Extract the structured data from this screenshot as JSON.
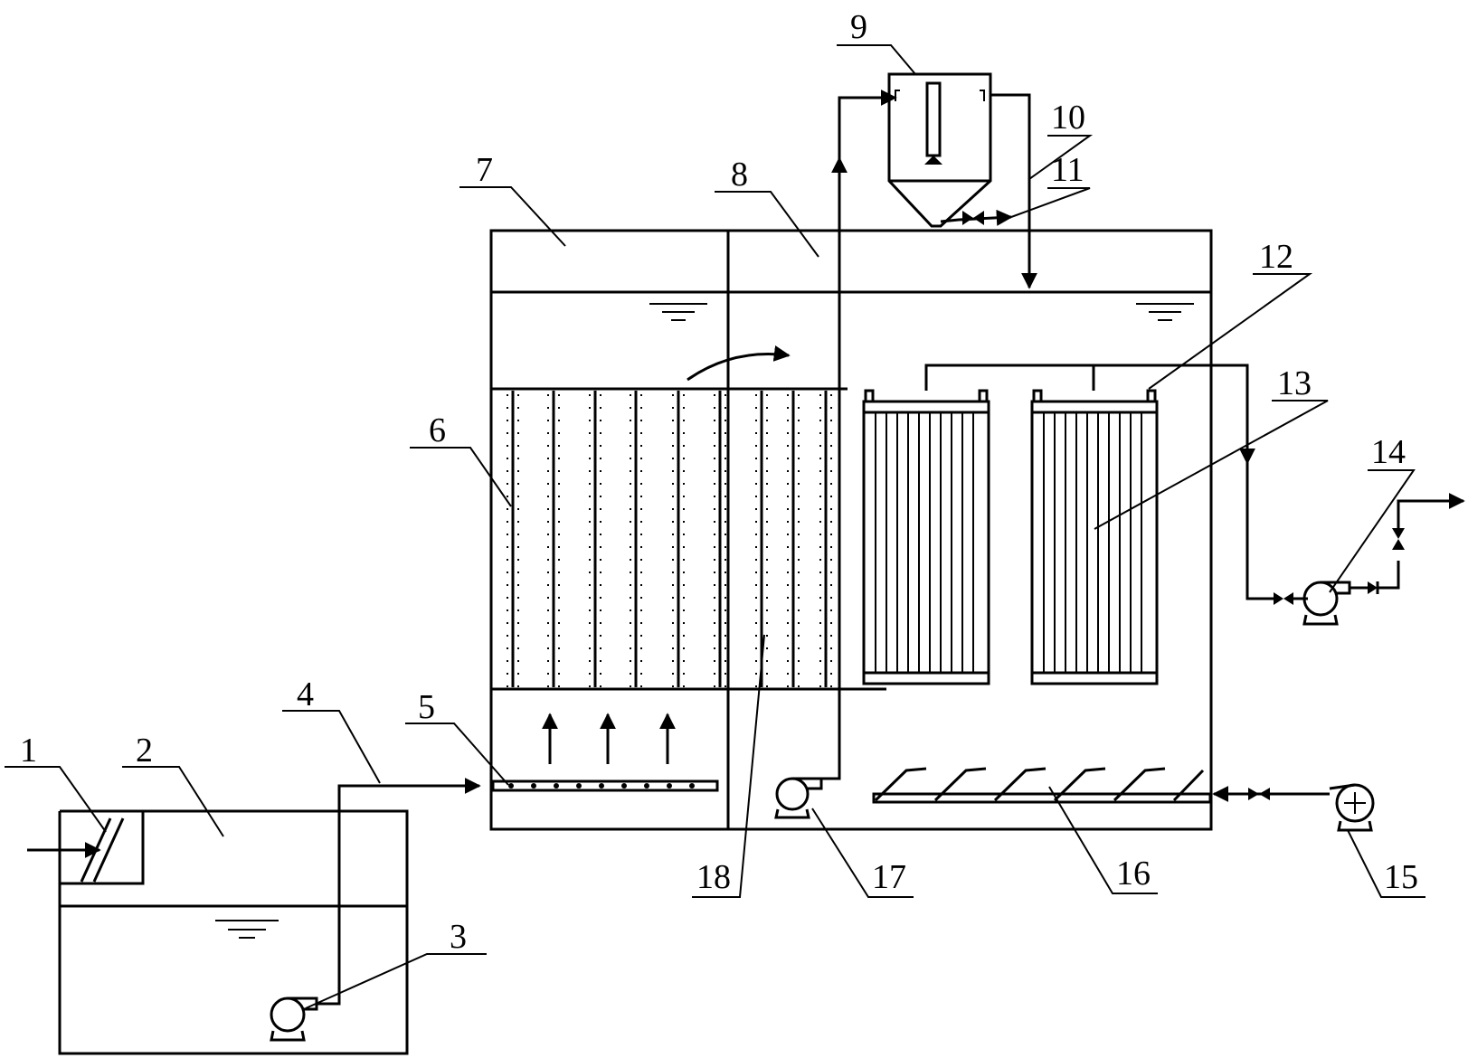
{
  "diagram": {
    "colors": {
      "line": "#000000",
      "background": "#ffffff"
    },
    "callouts": [
      {
        "id": "1",
        "label": "1"
      },
      {
        "id": "2",
        "label": "2"
      },
      {
        "id": "3",
        "label": "3"
      },
      {
        "id": "4",
        "label": "4"
      },
      {
        "id": "5",
        "label": "5"
      },
      {
        "id": "6",
        "label": "6"
      },
      {
        "id": "7",
        "label": "7"
      },
      {
        "id": "8",
        "label": "8"
      },
      {
        "id": "9",
        "label": "9"
      },
      {
        "id": "10",
        "label": "10"
      },
      {
        "id": "11",
        "label": "11"
      },
      {
        "id": "12",
        "label": "12"
      },
      {
        "id": "13",
        "label": "13"
      },
      {
        "id": "14",
        "label": "14"
      },
      {
        "id": "15",
        "label": "15"
      },
      {
        "id": "16",
        "label": "16"
      },
      {
        "id": "17",
        "label": "17"
      },
      {
        "id": "18",
        "label": "18"
      }
    ]
  }
}
